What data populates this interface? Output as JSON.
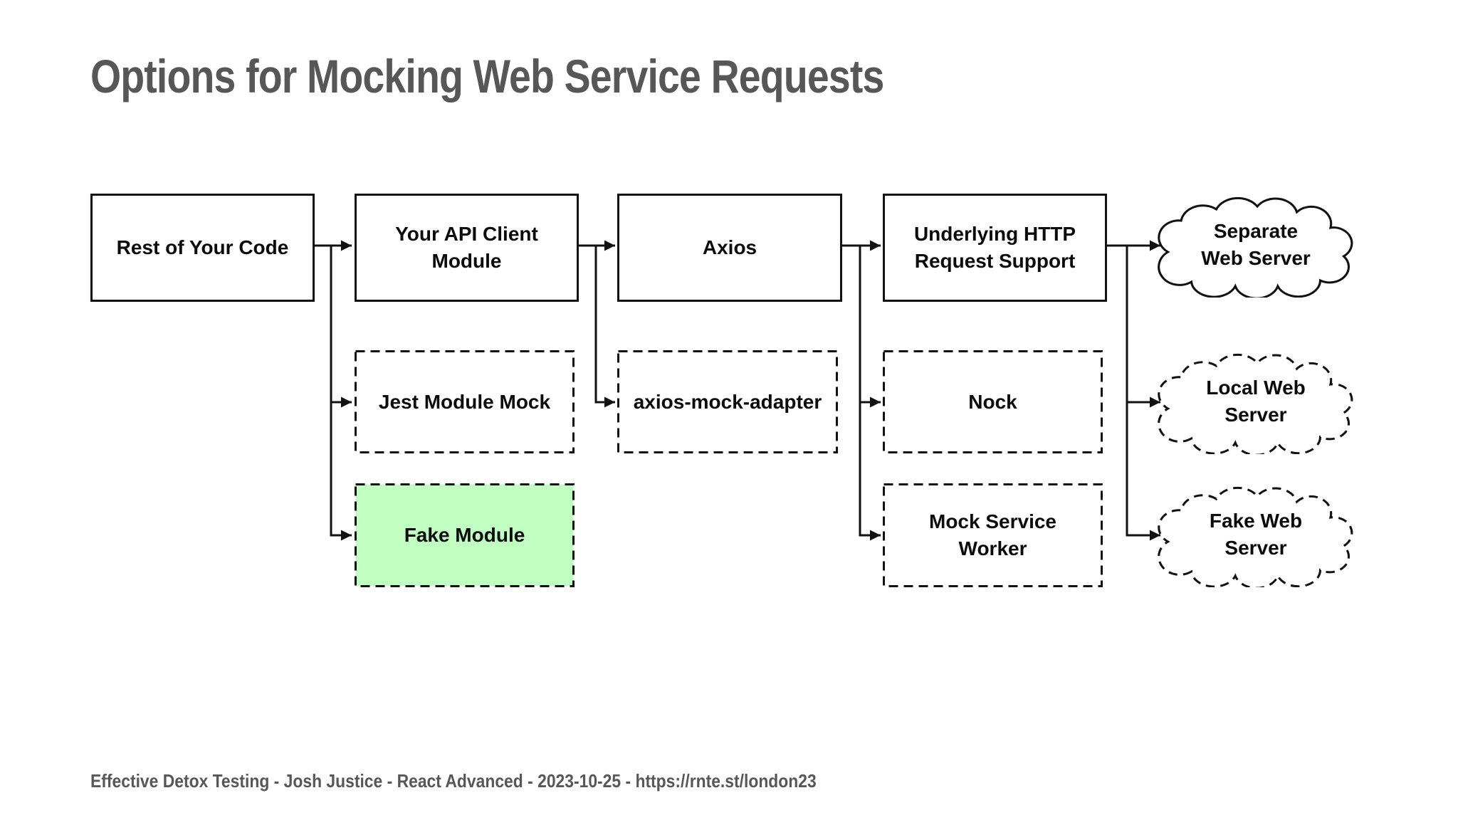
{
  "slide": {
    "title": "Options for Mocking Web Service Requests",
    "footer": "Effective Detox Testing - Josh Justice - React Advanced - 2023-10-25 - https://rnte.st/london23"
  },
  "colors": {
    "highlight_green_fill": "#c0fec2",
    "heading_gray": "#575757",
    "line_black": "#111111"
  },
  "diagram": {
    "nodes": {
      "rest_of_code": {
        "label": "Rest of Your Code",
        "style": "solid-box"
      },
      "api_client": {
        "label": "Your API Client\nModule",
        "style": "solid-box"
      },
      "axios": {
        "label": "Axios",
        "style": "solid-box"
      },
      "http_support": {
        "label": "Underlying HTTP\nRequest Support",
        "style": "solid-box"
      },
      "separate_server": {
        "label": "Separate\nWeb Server",
        "style": "solid-cloud"
      },
      "jest_module_mock": {
        "label": "Jest Module Mock",
        "style": "dashed-box"
      },
      "axios_mock_adapter": {
        "label": "axios-mock-adapter",
        "style": "dashed-box"
      },
      "nock": {
        "label": "Nock",
        "style": "dashed-box"
      },
      "local_server": {
        "label": "Local Web\nServer",
        "style": "dashed-cloud"
      },
      "fake_module": {
        "label": "Fake Module",
        "style": "dashed-box-green-highlight"
      },
      "mock_service_worker": {
        "label": "Mock Service\nWorker",
        "style": "dashed-box"
      },
      "fake_server": {
        "label": "Fake Web\nServer",
        "style": "dashed-cloud"
      }
    }
  }
}
